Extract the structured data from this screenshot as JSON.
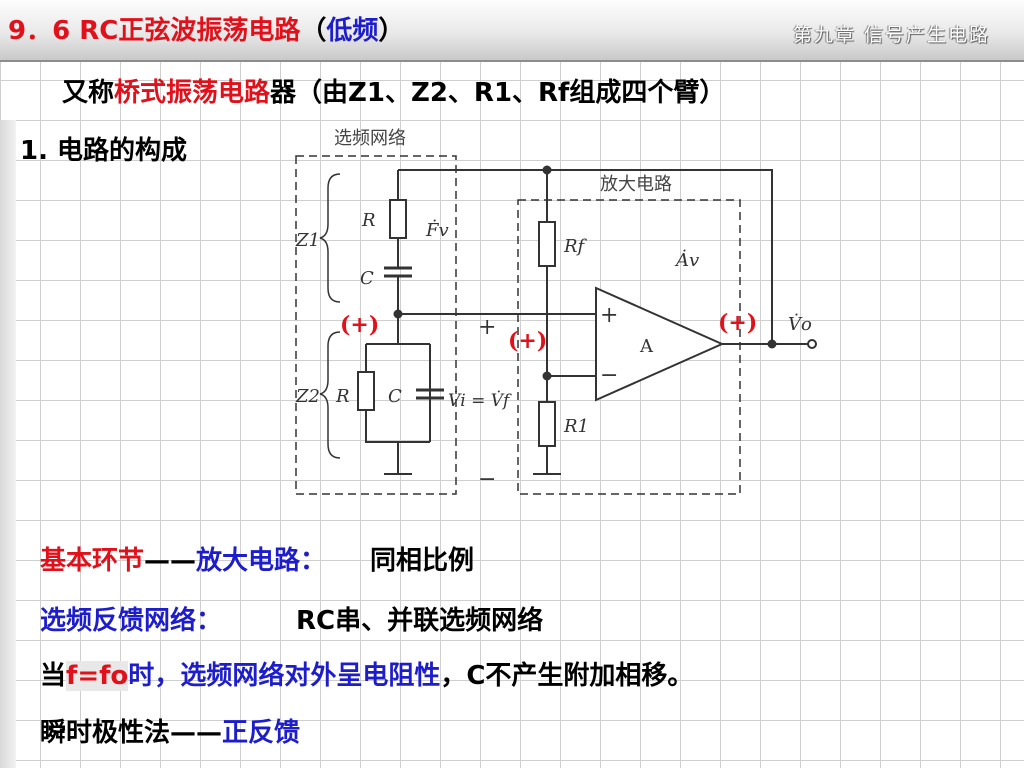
{
  "header": {
    "section_number": "9．6",
    "title_red": "RC正弦波振荡电路",
    "paren_open": "（",
    "title_blue": "低频",
    "paren_close": "）",
    "chapter": "第九章  信号产生电路"
  },
  "body": {
    "intro": {
      "prefix": "又称",
      "highlight": "桥式振荡电路",
      "suffix": "器（由Z1、Z2、R1、Rf组成四个臂）"
    },
    "section1": "1. 电路的构成",
    "basic_link": {
      "label": "基本环节",
      "dash": "——",
      "name": "放大电路：",
      "value": "同相比例"
    },
    "feedback": {
      "label": "选频反馈网络：",
      "value": "RC串、并联选频网络"
    },
    "condition": {
      "prefix": "当",
      "formula": "f=fo",
      "mid": "时，",
      "blue": "选频网络对外呈电阻性",
      "suffix": "，C不产生附加相移。"
    },
    "method": {
      "label": "瞬时极性法",
      "dash": "——",
      "value": "正反馈"
    }
  },
  "circuit": {
    "box_select_label": "选频网络",
    "box_amp_label": "放大电路",
    "z1": "Z1",
    "z2": "Z2",
    "r_series": "R",
    "c_series": "C",
    "r_parallel": "R",
    "c_parallel": "C",
    "fv": "Ḟv",
    "av": "Ȧv",
    "rf": "Rf",
    "r1": "R1",
    "amp_label": "A",
    "vi_vf": "V̇i = V̇f",
    "vo": "V̇o",
    "plus_input": "+",
    "minus_input": "−",
    "plus_node": "+",
    "minus_node": "−",
    "polarity_z1z2": "(+)",
    "polarity_input": "(+)",
    "polarity_output": "(+)"
  },
  "colors": {
    "red": "#e0111b",
    "blue": "#1d1dcc"
  }
}
